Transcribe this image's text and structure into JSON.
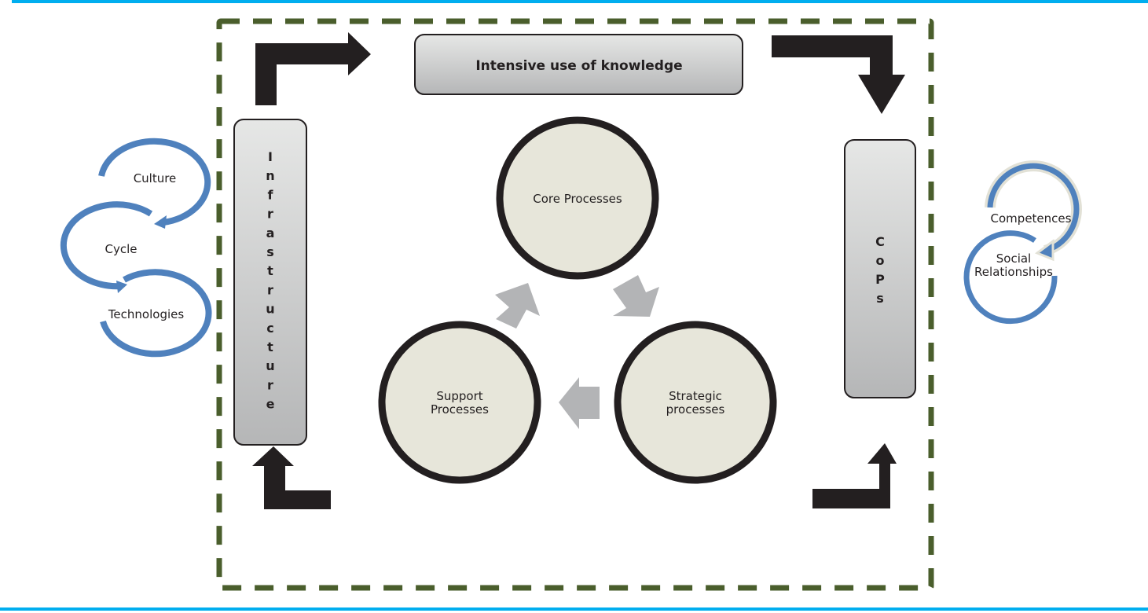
{
  "colors": {
    "rule": "#00aeef",
    "frame": "#4a5e2c",
    "arrow_black": "#231f20",
    "arrow_gray": "#b3b4b6",
    "circle_fill": "#e7e6da",
    "circle_stroke": "#231f20",
    "cycle_blue": "#4f81bd",
    "cycle_halo": "#e2e1d6",
    "box_top": "#e6e7e6",
    "box_bottom": "#b5b6b7"
  },
  "header_box": {
    "label": "Intensive use of knowledge"
  },
  "infrastructure": {
    "label": "Infrastructure",
    "letters": [
      "I",
      "n",
      "f",
      "r",
      "a",
      "s",
      "t",
      "r",
      "u",
      "c",
      "t",
      "u",
      "r",
      "e"
    ]
  },
  "cops": {
    "label": "CoPs",
    "letters": [
      "C",
      "o",
      "P",
      "s"
    ]
  },
  "processes": {
    "core": {
      "lines": [
        "Core Processes"
      ]
    },
    "strategic": {
      "lines": [
        "Strategic",
        "processes"
      ]
    },
    "support": {
      "lines": [
        "Support",
        "Processes"
      ]
    }
  },
  "left_cycle": {
    "items": [
      "Culture",
      "Cycle",
      "Technologies"
    ]
  },
  "right_cycle": {
    "items": [
      "Competences",
      "Social",
      "Relationships"
    ]
  }
}
